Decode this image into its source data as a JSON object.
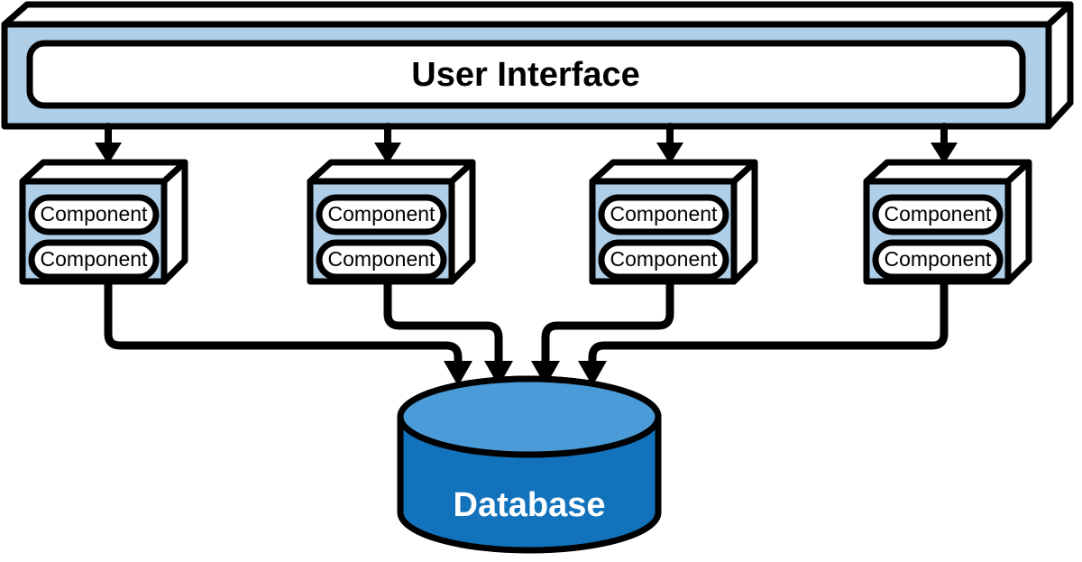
{
  "diagram": {
    "title": "Layered software architecture diagram",
    "type": "architecture-diagram",
    "background_color": "#FFFFFF",
    "stroke_color": "#000000"
  },
  "ui_layer": {
    "label": "User Interface",
    "shape": "3d-box",
    "front_fill": "#AFCFE8",
    "top_fill": "#FFFFFF",
    "side_fill": "#FFFFFF",
    "inner_panel_fill": "#FFFFFF"
  },
  "component_boxes": [
    {
      "id": "component-box-1",
      "shape": "3d-box",
      "front_fill": "#AFCFE8",
      "components": [
        {
          "label": "Component"
        },
        {
          "label": "Component"
        }
      ]
    },
    {
      "id": "component-box-2",
      "shape": "3d-box",
      "front_fill": "#AFCFE8",
      "components": [
        {
          "label": "Component"
        },
        {
          "label": "Component"
        }
      ]
    },
    {
      "id": "component-box-3",
      "shape": "3d-box",
      "front_fill": "#AFCFE8",
      "components": [
        {
          "label": "Component"
        },
        {
          "label": "Component"
        }
      ]
    },
    {
      "id": "component-box-4",
      "shape": "3d-box",
      "front_fill": "#AFCFE8",
      "components": [
        {
          "label": "Component"
        },
        {
          "label": "Component"
        }
      ]
    }
  ],
  "database": {
    "label": "Database",
    "shape": "cylinder",
    "body_fill": "#1273BC",
    "top_fill": "#4A9BD8",
    "label_color": "#FFFFFF"
  },
  "connectors": {
    "ui_to_components": {
      "count": 4,
      "style": "straight-arrow-down",
      "stroke": "#000000"
    },
    "components_to_database": {
      "count": 4,
      "style": "rounded-elbow-arrow",
      "stroke": "#000000"
    }
  }
}
